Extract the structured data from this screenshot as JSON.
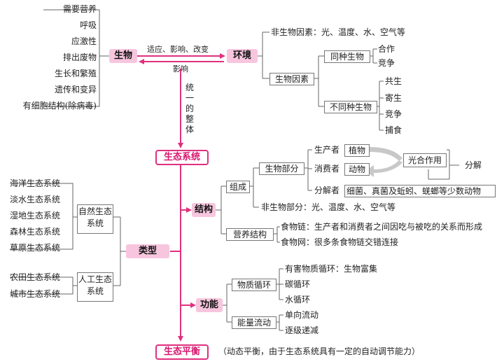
{
  "organism": {
    "center": "生物",
    "traits": [
      "需要营养",
      "呼吸",
      "应激性",
      "排出废物",
      "生长和繁殖",
      "遗传和变异",
      "有细胞结构(除病毒)"
    ],
    "arrow_top_label": "适应、影响、改变",
    "arrow_bottom_label": "影响"
  },
  "environment": {
    "center": "环境",
    "abiotic": "非生物因素：光、温度、水、空气等",
    "biotic": "生物因素",
    "same_species": "同种生物",
    "same_species_items": [
      "合作",
      "竞争"
    ],
    "diff_species": "不同种生物",
    "diff_species_items": [
      "共生",
      "寄生",
      "竞争",
      "捕食"
    ]
  },
  "unity_label": "统一的整体",
  "ecosystem": {
    "title": "生态系统",
    "types": {
      "label": "类型",
      "natural": "自然生态系统",
      "natural_items": [
        "海洋生态系统",
        "淡水生态系统",
        "湿地生态系统",
        "森林生态系统",
        "草原生态系统"
      ],
      "artificial": "人工生态系统",
      "artificial_items": [
        "农田生态系统",
        "城市生态系统"
      ]
    },
    "structure": {
      "label": "结构",
      "composition": "组成",
      "bio_part": "生物部分",
      "producer": "生产者",
      "producer_item": "植物",
      "consumer": "消费者",
      "consumer_item": "动物",
      "photosynthesis": "光合作用",
      "decompose": "分解",
      "decomposer": "分解者",
      "decomposer_item": "细菌、真菌及蚯蚓、蜣螂等少数动物",
      "nonbio_part": "非生物部分：光、温度、水、空气等",
      "nutrition": "营养结构",
      "food_chain": "食物链：生产者和消费者之间因吃与被吃的关系而形成",
      "food_web": "食物网：很多条食物链交错连接"
    },
    "function": {
      "label": "功能",
      "matter_cycle": "物质循环",
      "matter_items": [
        "有害物质循环：生物富集",
        "碳循环",
        "水循环"
      ],
      "energy_flow": "能量流动",
      "energy_items": [
        "单向流动",
        "逐级递减"
      ]
    }
  },
  "balance": {
    "title": "生态平衡",
    "note": "（动态平衡，由于生态系统具有一定的自动调节能力）"
  },
  "colors": {
    "accent": "#e0307f",
    "pink_fill": "#f7c6de",
    "line": "#666666",
    "gray_arrow": "#c8c8c8"
  }
}
